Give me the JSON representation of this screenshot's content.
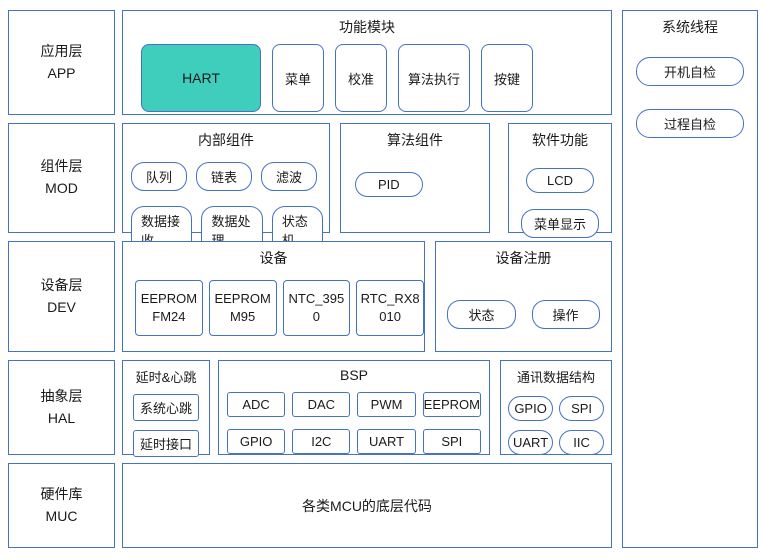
{
  "colors": {
    "border": "#4472C4",
    "teal": "#3FCEBC",
    "text": "#1a1a1a"
  },
  "layers": {
    "app": {
      "line1": "应用层",
      "line2": "APP"
    },
    "mod": {
      "line1": "组件层",
      "line2": "MOD"
    },
    "dev": {
      "line1": "设备层",
      "line2": "DEV"
    },
    "hal": {
      "line1": "抽象层",
      "line2": "HAL"
    },
    "muc": {
      "line1": "硬件库",
      "line2": "MUC"
    }
  },
  "function_modules": {
    "title": "功能模块",
    "items": [
      "HART",
      "菜单",
      "校准",
      "算法执行",
      "按键"
    ]
  },
  "internal_components": {
    "title": "内部组件",
    "row1": [
      "队列",
      "链表",
      "滤波"
    ],
    "row2": [
      "数据接收",
      "数据处理",
      "状态机"
    ]
  },
  "algorithm_components": {
    "title": "算法组件",
    "items": [
      "PID"
    ]
  },
  "software_functions": {
    "title": "软件功能",
    "items": [
      "LCD",
      "菜单显示"
    ]
  },
  "devices": {
    "title": "设备",
    "items": [
      {
        "line1": "EEPROM",
        "line2": "FM24"
      },
      {
        "line1": "EEPROM",
        "line2": "M95"
      },
      {
        "line1": "NTC_395",
        "line2": "0"
      },
      {
        "line1": "RTC_RX8",
        "line2": "010"
      }
    ]
  },
  "device_registration": {
    "title": "设备注册",
    "items": [
      "状态",
      "操作"
    ]
  },
  "delay_heartbeat": {
    "title": "延时&心跳",
    "items": [
      "系统心跳",
      "延时接口"
    ]
  },
  "bsp": {
    "title": "BSP",
    "row1": [
      "ADC",
      "DAC",
      "PWM",
      "EEPROM"
    ],
    "row2": [
      "GPIO",
      "I2C",
      "UART",
      "SPI"
    ]
  },
  "comm_data": {
    "title": "通讯数据结构",
    "row1": [
      "GPIO",
      "SPI"
    ],
    "row2": [
      "UART",
      "IIC"
    ]
  },
  "hardware_lib": {
    "text": "各类MCU的底层代码"
  },
  "system_threads": {
    "title": "系统线程",
    "items": [
      "开机自检",
      "过程自检"
    ]
  }
}
